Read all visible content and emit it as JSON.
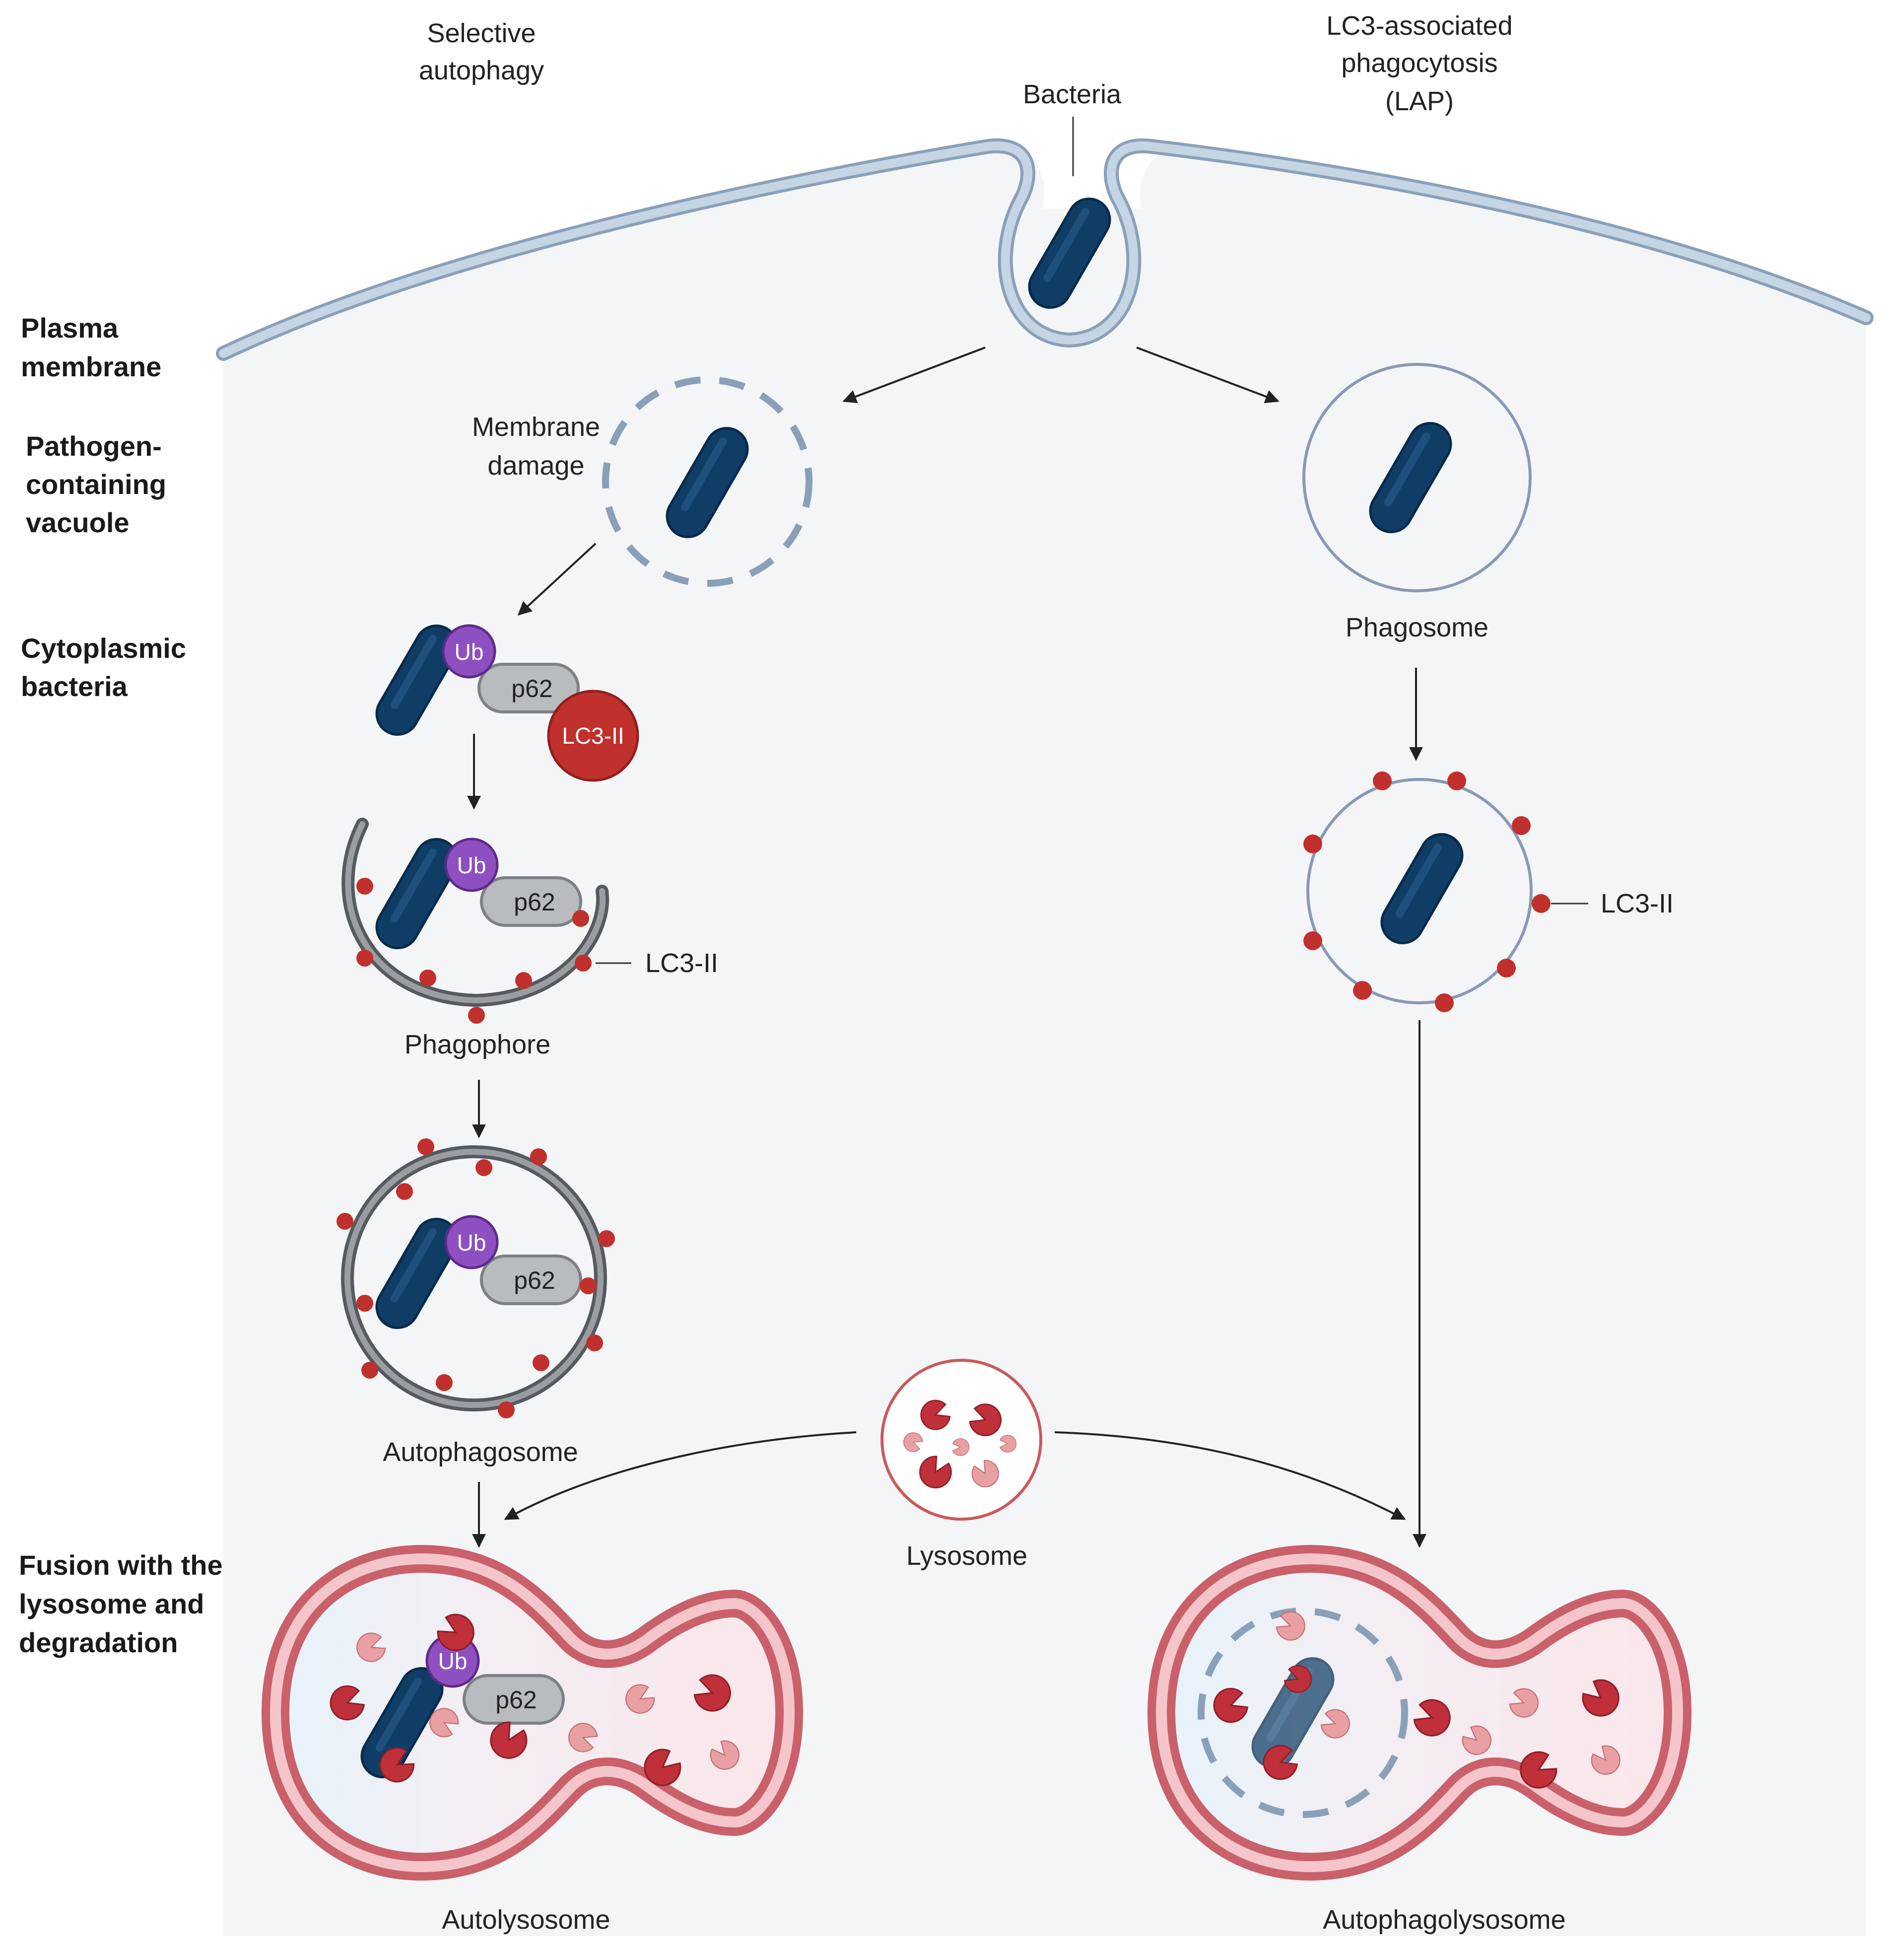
{
  "header": {
    "selective_autophagy": [
      "Selective",
      "autophagy"
    ],
    "lap": [
      "LC3-associated",
      "phagocytosis",
      "(LAP)"
    ]
  },
  "side_labels": {
    "plasma_membrane": [
      "Plasma",
      "membrane"
    ],
    "pathogen_vacuole": [
      "Pathogen-",
      "containing",
      "vacuole"
    ],
    "cytoplasmic_bacteria": [
      "Cytoplasmic",
      "bacteria"
    ],
    "fusion": [
      "Fusion with the",
      "lysosome and",
      "degradation"
    ]
  },
  "labels": {
    "bacteria": "Bacteria",
    "membrane_damage": [
      "Membrane",
      "damage"
    ],
    "phagosome": "Phagosome",
    "phagophore": "Phagophore",
    "autophagosome": "Autophagosome",
    "lysosome": "Lysosome",
    "autolysosome": "Autolysosome",
    "autophagolysosome": "Autophagolysosome",
    "lc3_ii": "LC3-II",
    "ub": "Ub",
    "p62": "p62"
  },
  "colors": {
    "cell_fill": "#f4f5f7",
    "membrane": "#a9bcd0",
    "membrane_edge": "#8aa0b8",
    "bacteria": "#0f3d66",
    "ub": "#8e4fc0",
    "p62": "#b9bcbf",
    "lc3": "#c0302c",
    "lysosome_ring": "#d77a7a",
    "enzyme_dark": "#c0303a",
    "enzyme_light": "#e8a0a4"
  }
}
